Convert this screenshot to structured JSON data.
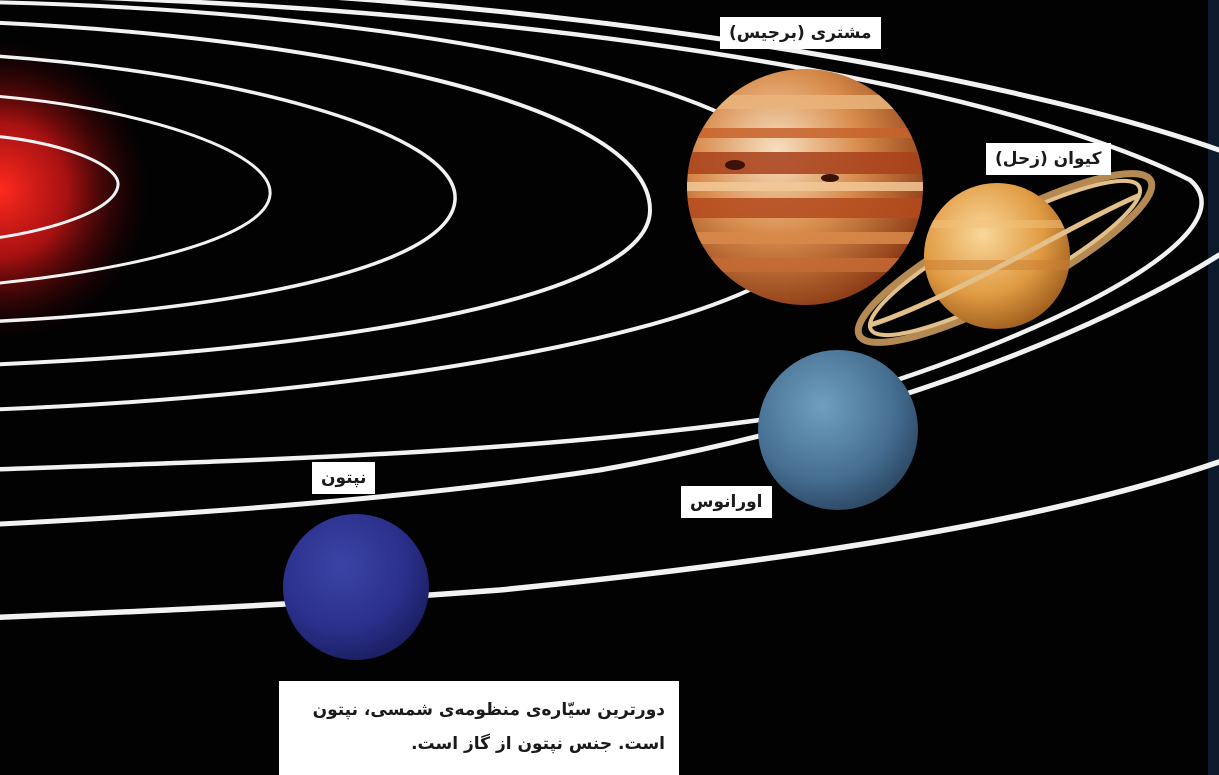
{
  "labels": {
    "jupiter": "مشتری (برجیس)",
    "saturn": "کیوان (زحل)",
    "uranus": "اورانوس",
    "neptune": "نپتون"
  },
  "caption": {
    "line1": "دورترین سیّاره‌ی منظومه‌ی شمسی، نپتون",
    "line2": "است. جنس نپتون از گاز است."
  },
  "colors": {
    "space": "#020203",
    "sun_glow": "#e01818",
    "orbit": "#f2f2f2",
    "jupiter": "#c8753a",
    "saturn": "#e0a04a",
    "uranus": "#4d7fa3",
    "neptune": "#2a2f8a",
    "label_background": "#ffffff",
    "label_text": "#1a1a1a"
  }
}
